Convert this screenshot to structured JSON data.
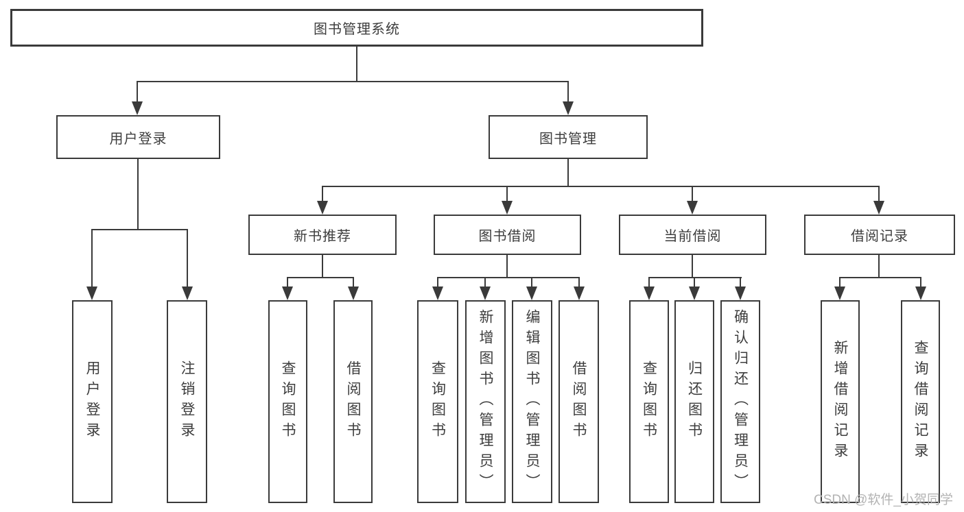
{
  "diagram": {
    "root": {
      "label": "图书管理系统"
    },
    "level2": [
      {
        "label": "用户登录"
      },
      {
        "label": "图书管理"
      }
    ],
    "level3": [
      {
        "label": "新书推荐"
      },
      {
        "label": "图书借阅"
      },
      {
        "label": "当前借阅"
      },
      {
        "label": "借阅记录"
      }
    ],
    "leaves": {
      "user_login": [
        {
          "label": "用户登录"
        },
        {
          "label": "注销登录"
        }
      ],
      "new_book": [
        {
          "label": "查询图书"
        },
        {
          "label": "借阅图书"
        }
      ],
      "book_borrow": [
        {
          "label": "查询图书"
        },
        {
          "label": "新增图书（管理员）"
        },
        {
          "label": "编辑图书（管理员）"
        },
        {
          "label": "借阅图书"
        }
      ],
      "current_borrow": [
        {
          "label": "查询图书"
        },
        {
          "label": "归还图书"
        },
        {
          "label": "确认归还（管理员）"
        }
      ],
      "records": [
        {
          "label": "新增借阅记录"
        },
        {
          "label": "查询借阅记录"
        }
      ]
    }
  },
  "watermark": "CSDN @软件_小贺同学",
  "colors": {
    "line": "#3a3a3a",
    "text": "#3d3d3d",
    "background": "#ffffff",
    "watermark": "#b3b3b3"
  }
}
